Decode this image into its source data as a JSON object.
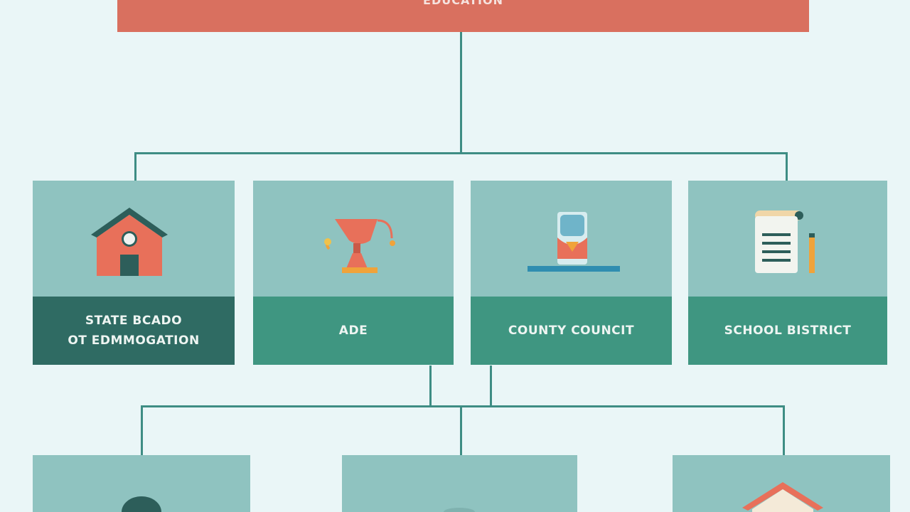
{
  "header": {
    "title": "EDUCATION"
  },
  "top_row": [
    {
      "label_line1": "STATE BCADO",
      "label_line2": "OT EDMMOGATION",
      "icon": "house-icon"
    },
    {
      "label_line1": "ADE",
      "label_line2": "",
      "icon": "trophy-icon"
    },
    {
      "label_line1": "COUNTY COUNCIT",
      "label_line2": "",
      "icon": "official-icon"
    },
    {
      "label_line1": "SCHOOL BISTRICT",
      "label_line2": "",
      "icon": "document-pencil-icon"
    }
  ],
  "bottom_row": [
    {
      "icon": "person-icon"
    },
    {
      "icon": "person-icon"
    },
    {
      "icon": "house-roof-icon"
    }
  ],
  "colors": {
    "background": "#eaf6f7",
    "banner": "#d9705f",
    "card": "#8fc3c0",
    "label": "#3f9681",
    "label_dark": "#2f6b63",
    "connector": "#3e8d84"
  }
}
